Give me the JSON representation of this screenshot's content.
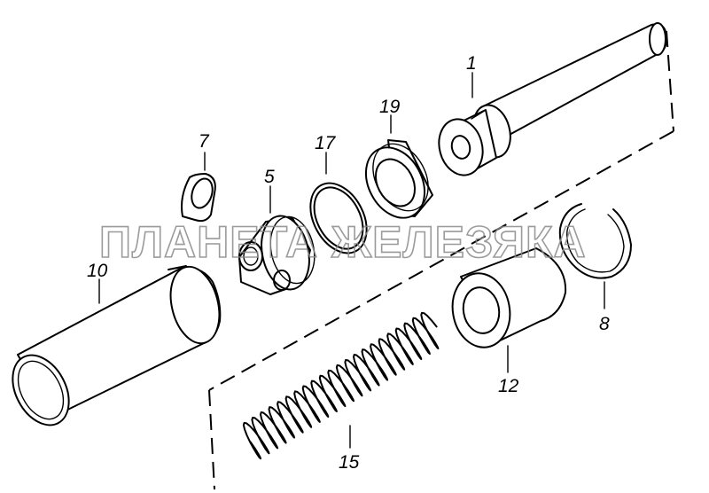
{
  "diagram": {
    "watermark": "ПЛАНЕТА ЖЕЛЕЗЯКА",
    "parts": [
      {
        "id": "part-1",
        "label": "1"
      },
      {
        "id": "part-19",
        "label": "19"
      },
      {
        "id": "part-17",
        "label": "17"
      },
      {
        "id": "part-7",
        "label": "7"
      },
      {
        "id": "part-5",
        "label": "5"
      },
      {
        "id": "part-10",
        "label": "10"
      },
      {
        "id": "part-8",
        "label": "8"
      },
      {
        "id": "part-12",
        "label": "12"
      },
      {
        "id": "part-15",
        "label": "15"
      }
    ]
  }
}
